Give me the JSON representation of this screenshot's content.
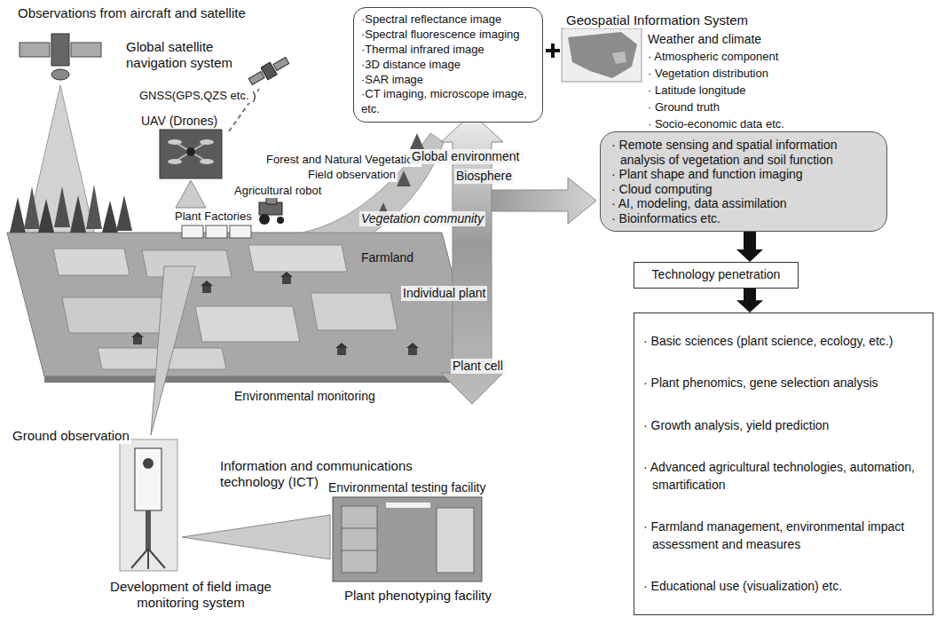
{
  "diagram": {
    "nodes": [
      {
        "text": [
          "·Spectral reflectance image",
          "·Spectral fluorescence imaging",
          "·Thermal infrared image",
          "·3D distance image",
          "·SAR image",
          "·CT imaging, microscope image, etc."
        ]
      },
      {
        "text": [
          "· Remote sensing and spatial information analysis of vegetation and soil function",
          "· Plant shape and function imaging",
          "· Cloud computing",
          "· AI, modeling, data assimilation",
          "· Bioinformatics etc."
        ]
      },
      {
        "text": [
          "Technology penetration"
        ]
      },
      {
        "text": [
          "· Basic sciences (plant science, ecology, etc.)",
          "· Plant phenomics, gene selection analysis",
          "· Growth analysis, yield prediction",
          "· Advanced agricultural technologies, automation, smartification",
          "· Farmland management, environmental impact assessment and measures",
          "· Educational use (visualization) etc."
        ]
      }
    ],
    "edges": [
      {
        "from": 1,
        "to": 2,
        "arrow": "to"
      },
      {
        "from": 2,
        "to": 3,
        "arrow": "to"
      }
    ],
    "labels": [
      "Observations from aircraft and satellite",
      "Global satellite navigation system",
      "GNSS(GPS,QZS etc. )",
      "UAV (Drones)",
      "Forest and Natural Vegetation",
      "Field observation",
      "Agricultural robot",
      "Plant Factories",
      "Global environment",
      "Biosphere",
      "Vegetation community",
      "Farmland",
      "Individual plant",
      "Environmental monitoring",
      "Plant cell",
      "Ground observation",
      "Information and communications technology (ICT)",
      "Environmental testing facility",
      "Plant phenotyping facility",
      "Development of field image monitoring system",
      "Geospatial Information System",
      "Weather and climate",
      "· Atmospheric component",
      "· Vegetation distribution",
      "· Latitude longitude",
      "· Ground truth",
      "· Socio-economic data etc."
    ]
  }
}
